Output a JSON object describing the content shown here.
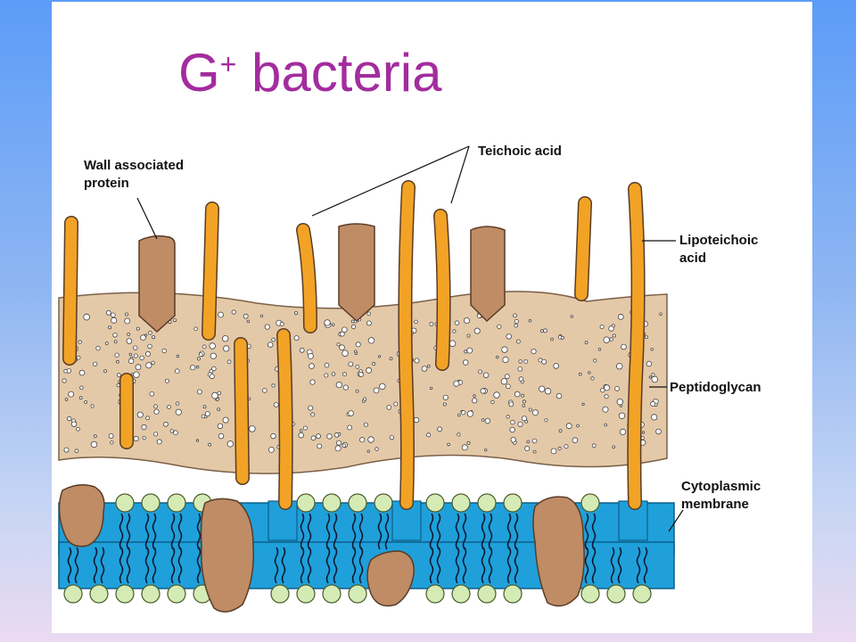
{
  "title": {
    "main": "G",
    "superscript": "+",
    "rest": " bacteria"
  },
  "labels": {
    "wall_protein_line1": "Wall associated",
    "wall_protein_line2": "protein",
    "teichoic_acid": "Teichoic acid",
    "lipoteichoic_line1": "Lipoteichoic",
    "lipoteichoic_line2": "acid",
    "peptidoglycan": "Peptidoglycan",
    "membrane_line1": "Cytoplasmic",
    "membrane_line2": "membrane"
  },
  "colors": {
    "title": "#a32c9e",
    "peptidoglycan": "#e4c9a8",
    "teichoic": "#f2a326",
    "protein": "#bf8c66",
    "membrane": "#1fa0da",
    "lipid_head": "#d5ebb6"
  }
}
